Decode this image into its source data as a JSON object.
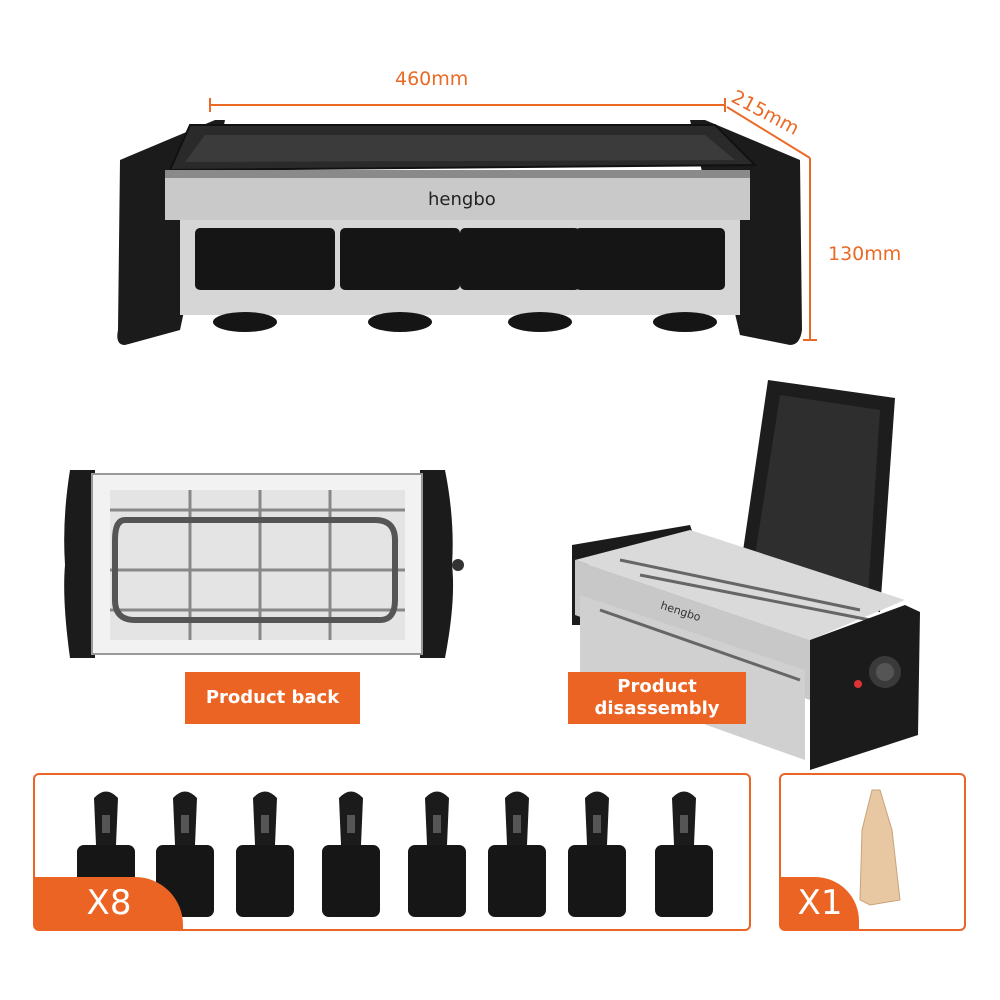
{
  "dimensions": {
    "width_label": "460mm",
    "depth_label": "215mm",
    "height_label": "130mm"
  },
  "product": {
    "brand_label": "hengbo"
  },
  "views": {
    "back_label": "Product back",
    "disassembly_label": "Product\ndisassembly"
  },
  "accessories": {
    "pan_count_label": "X8",
    "spatula_count_label": "X1",
    "pan_count": 8
  },
  "colors": {
    "accent": "#ec6423",
    "device_black": "#1b1b1b",
    "steel": "#b9b9b9",
    "wood": "#e7c8a3"
  }
}
